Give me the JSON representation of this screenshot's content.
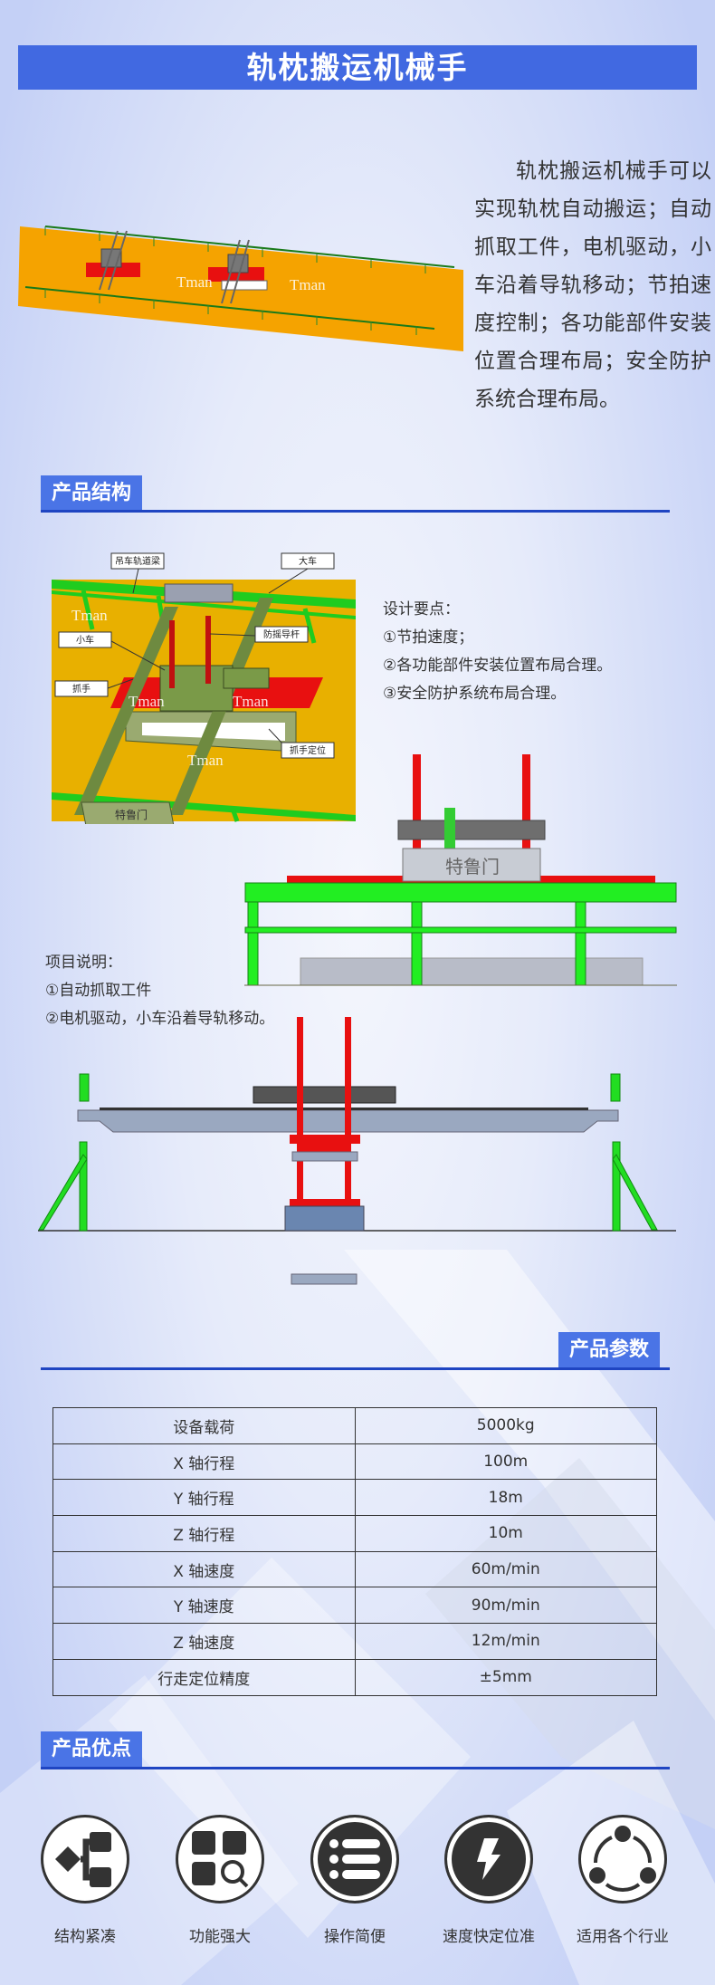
{
  "title": "轨枕搬运机械手",
  "intro": "轨枕搬运机械手可以实现轨枕自动搬运；自动抓取工件，电机驱动，小车沿着导轨移动；节拍速度控制；各功能部件安装位置合理布局；安全防护系统合理布局。",
  "watermark": "Tman",
  "watermark_cn": "特鲁门",
  "structure": {
    "heading": "产品结构",
    "callouts": [
      "吊车轨道梁",
      "大车",
      "小车",
      "防摇导杆",
      "抓手",
      "抓手定位"
    ],
    "design_title": "设计要点：",
    "design_points": [
      "①节拍速度；",
      "②各功能部件安装位置布局合理。",
      "③安全防护系统布局合理。"
    ],
    "project_title": "项目说明：",
    "project_points": [
      "①自动抓取工件",
      "②电机驱动，小车沿着导轨移动。"
    ]
  },
  "params": {
    "heading": "产品参数",
    "rows": [
      [
        "设备载荷",
        "5000kg"
      ],
      [
        "X 轴行程",
        "100m"
      ],
      [
        "Y 轴行程",
        "18m"
      ],
      [
        "Z 轴行程",
        "10m"
      ],
      [
        "X 轴速度",
        "60m/min"
      ],
      [
        "Y 轴速度",
        "90m/min"
      ],
      [
        "Z 轴速度",
        "12m/min"
      ],
      [
        "行走定位精度",
        "±5mm"
      ]
    ]
  },
  "advantages": {
    "heading": "产品优点",
    "items": [
      {
        "label": "结构紧凑",
        "icon": "hierarchy-icon"
      },
      {
        "label": "功能强大",
        "icon": "grid-search-icon"
      },
      {
        "label": "操作简便",
        "icon": "list-icon"
      },
      {
        "label": "速度快定位准",
        "icon": "lightning-icon"
      },
      {
        "label": "适用各个行业",
        "icon": "share-cycle-icon"
      }
    ]
  },
  "colors": {
    "accent": "#4169e1",
    "line": "#1f45c2",
    "orange": "#f5a300",
    "green": "#22e022",
    "red": "#e81010"
  }
}
